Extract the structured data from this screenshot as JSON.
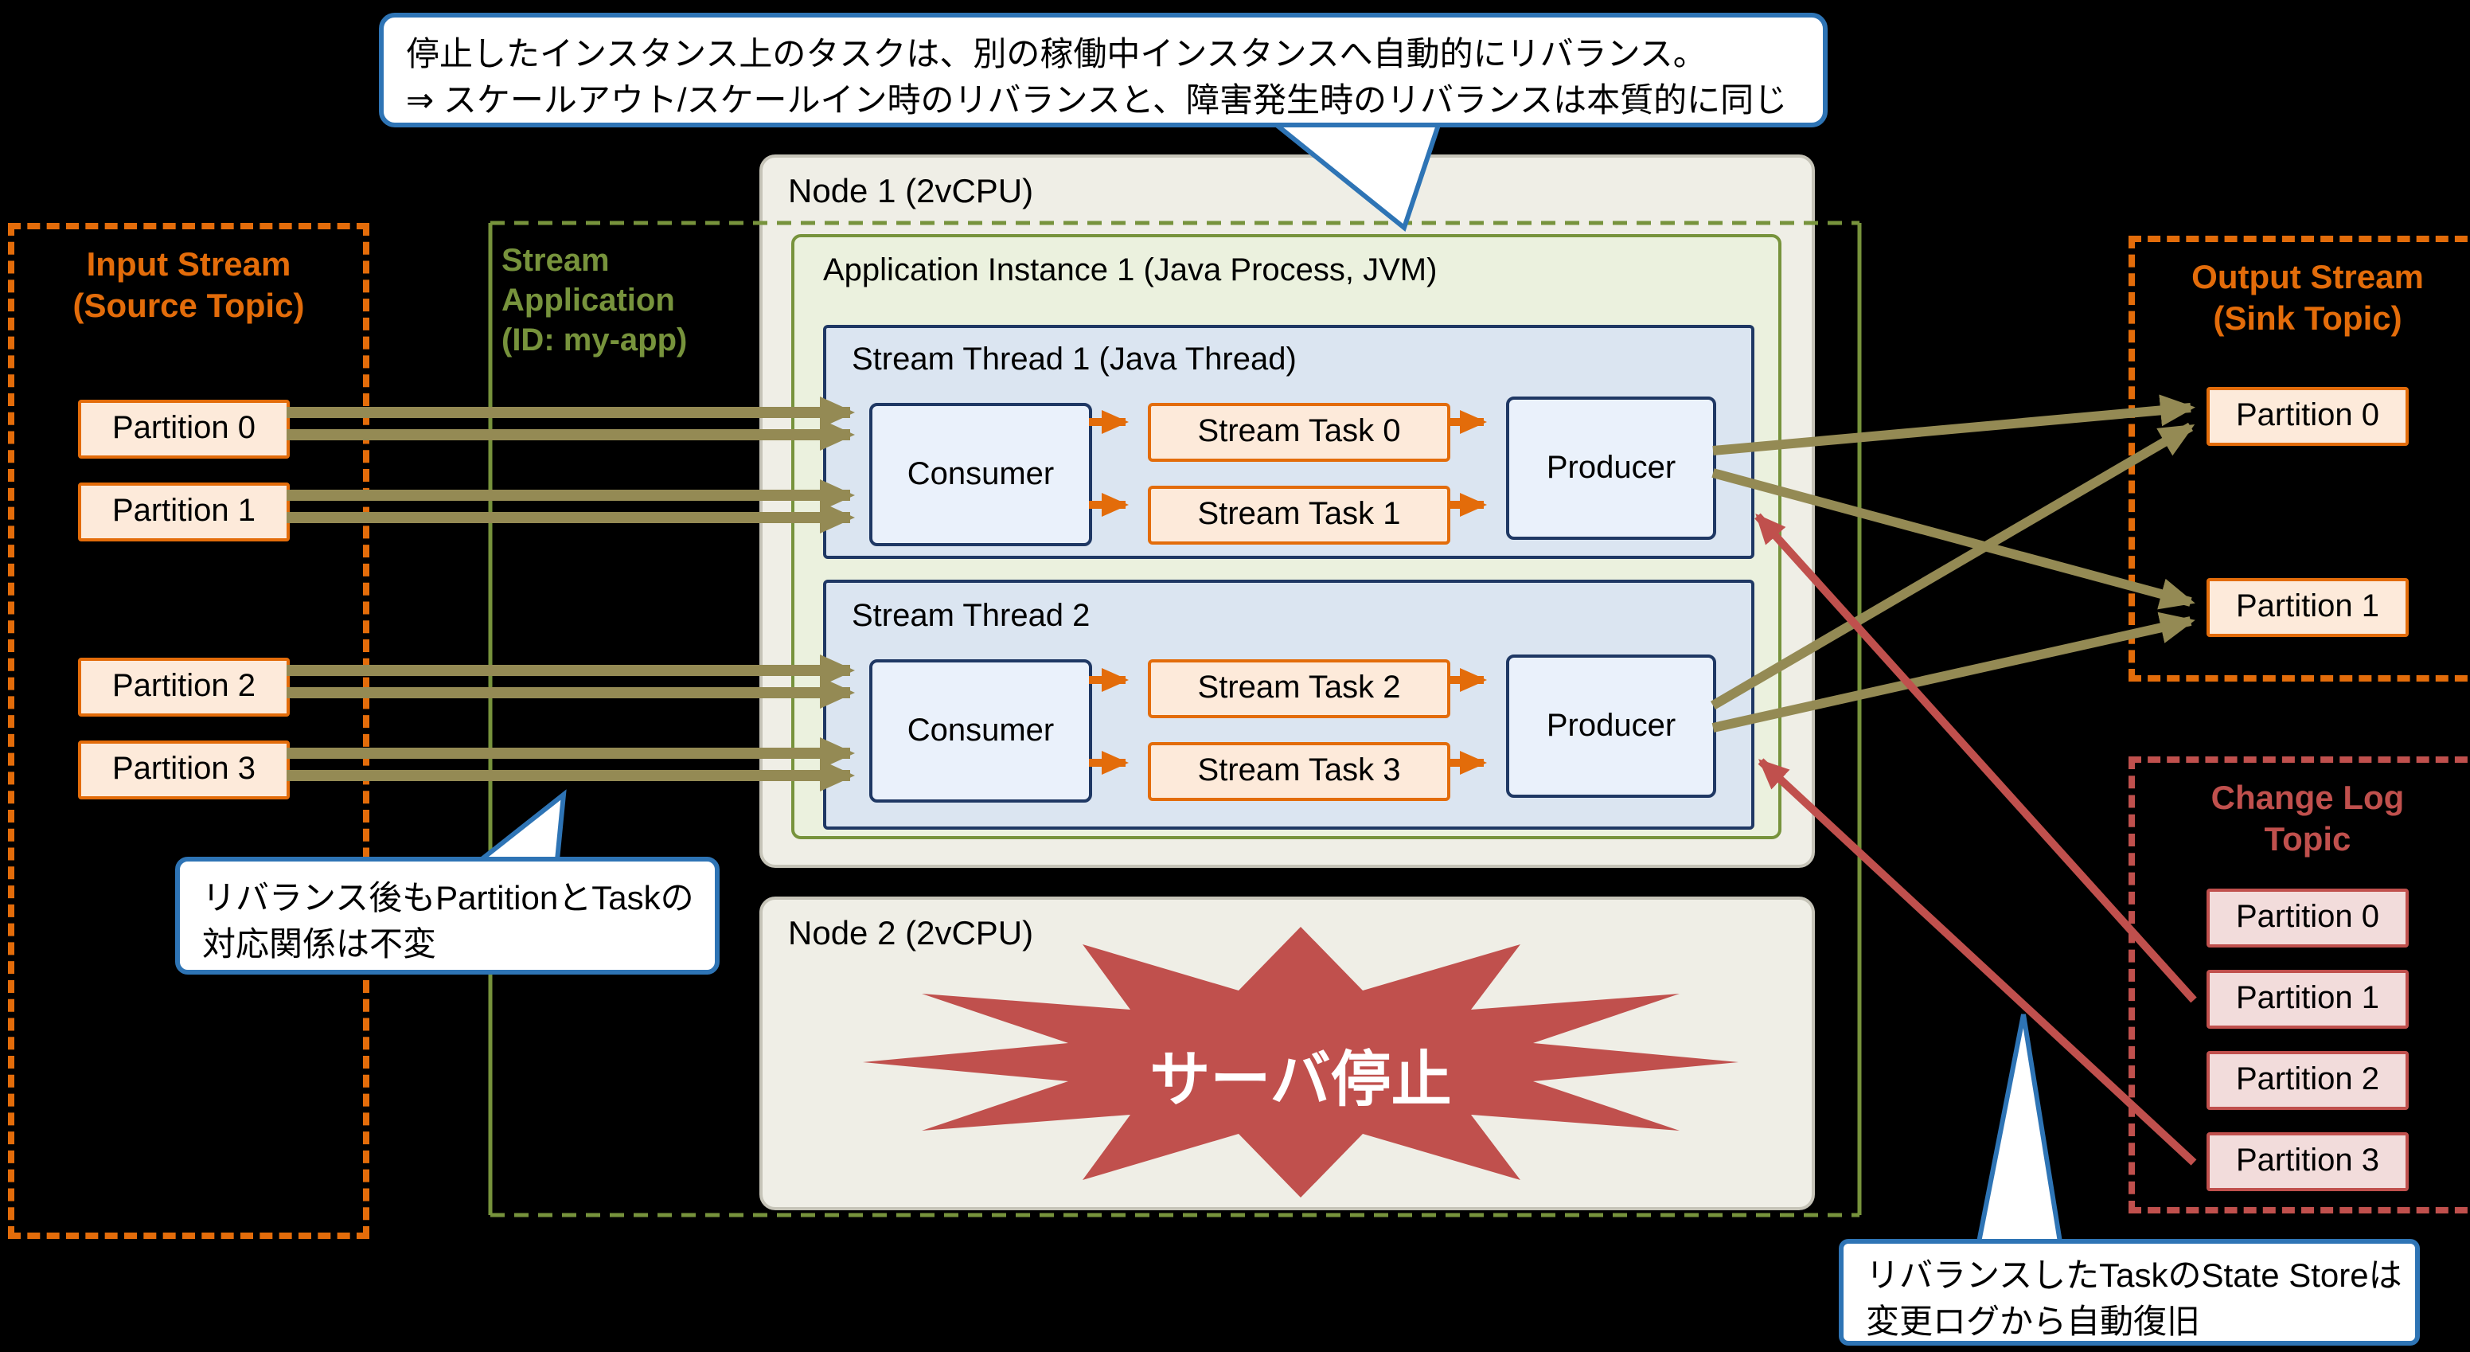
{
  "colors": {
    "input_output_accent": "#E36C0A",
    "change_log_accent": "#C0504D",
    "application_accent": "#77933C",
    "thread_accent": "#1F3864",
    "flow_arrow": "#948A54",
    "restore_arrow": "#C0504D",
    "callout_border": "#2E74B5",
    "failure_burst": "#C0504D"
  },
  "callouts": {
    "top": {
      "line1": "停止したインスタンス上のタスクは、別の稼働中インスタンスへ自動的にリバランス。",
      "line2": "⇒ スケールアウト/スケールイン時のリバランスと、障害発生時のリバランスは本質的に同じ"
    },
    "rebalance_note": {
      "line1": "リバランス後もPartitionとTaskの",
      "line2": "対応関係は不変"
    },
    "state_store_note": {
      "line1": "リバランスしたTaskのState Storeは",
      "line2": "変更ログから自動復旧"
    }
  },
  "input_stream": {
    "title_line1": "Input Stream",
    "title_line2": "(Source Topic)",
    "partitions": [
      "Partition 0",
      "Partition 1",
      "Partition 2",
      "Partition 3"
    ]
  },
  "output_stream": {
    "title_line1": "Output Stream",
    "title_line2": "(Sink Topic)",
    "partitions": [
      "Partition 0",
      "Partition 1"
    ]
  },
  "change_log": {
    "title_line1": "Change Log",
    "title_line2": "Topic",
    "partitions": [
      "Partition 0",
      "Partition 1",
      "Partition 2",
      "Partition 3"
    ]
  },
  "stream_application": {
    "label_line1": "Stream",
    "label_line2": "Application",
    "label_line3": "(ID: my-app)"
  },
  "node1": {
    "label": "Node 1 (2vCPU)"
  },
  "node2": {
    "label": "Node 2 (2vCPU)",
    "failure_text": "サーバ停止"
  },
  "app_instance": {
    "label": "Application Instance 1 (Java Process, JVM)"
  },
  "thread1": {
    "label": "Stream Thread 1 (Java Thread)",
    "consumer": "Consumer",
    "tasks": [
      "Stream Task 0",
      "Stream Task 1"
    ],
    "producer": "Producer"
  },
  "thread2": {
    "label": "Stream Thread 2",
    "consumer": "Consumer",
    "tasks": [
      "Stream Task 2",
      "Stream Task 3"
    ],
    "producer": "Producer"
  }
}
